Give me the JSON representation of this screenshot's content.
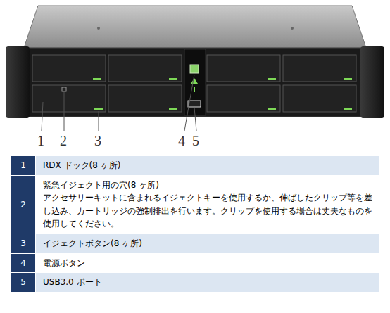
{
  "diagram": {
    "labels": [
      "1",
      "2",
      "3",
      "4",
      "5",
      "1",
      "RDX ドック(8 ヶ所)",
      "2",
      "緊急イジェクト用の穴(8 ヶ所)",
      "アクセサリーキットに含まれるイジェクトキーを使用するか、伸ばしたクリップ等を差し込み、カートリッジの強制排出を行います。クリップを使用する場合は丈夫なものを使用してください。",
      "3",
      "イジェクトボタン(8 ヶ所)",
      "4",
      "電源ボタン",
      "5",
      "USB3.0 ポート"
    ]
  }
}
